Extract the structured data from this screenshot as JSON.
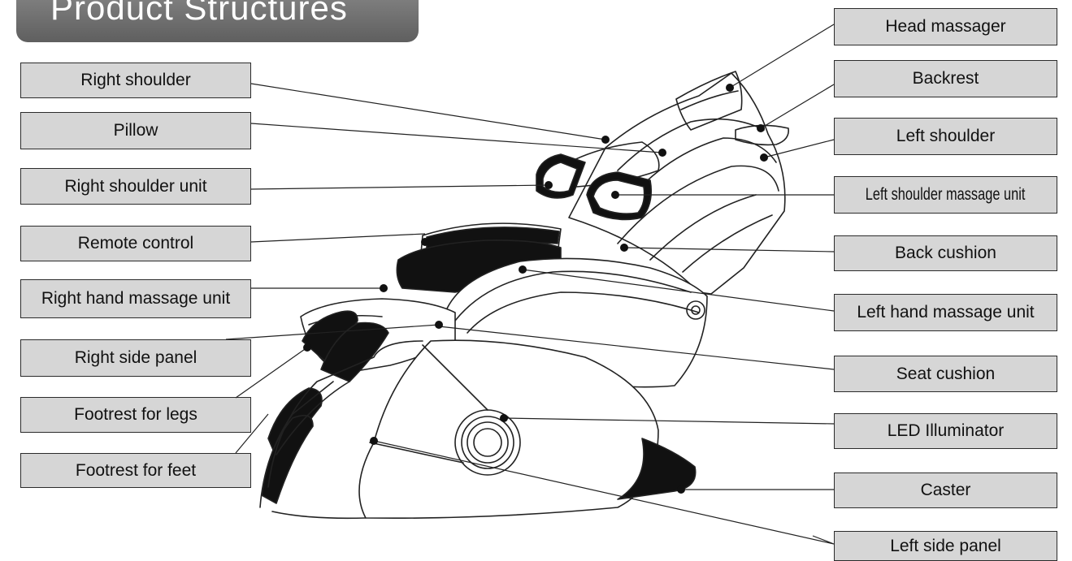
{
  "title": "Product Structures",
  "labels_left": [
    {
      "id": "right-shoulder",
      "text": "Right shoulder"
    },
    {
      "id": "pillow",
      "text": "Pillow"
    },
    {
      "id": "right-shoulder-unit",
      "text": "Right shoulder unit"
    },
    {
      "id": "remote-control",
      "text": "Remote control"
    },
    {
      "id": "right-hand-massage-unit",
      "text": "Right hand massage unit"
    },
    {
      "id": "right-side-panel",
      "text": "Right side panel"
    },
    {
      "id": "footrest-for-legs",
      "text": "Footrest for legs"
    },
    {
      "id": "footrest-for-feet",
      "text": "Footrest for feet"
    }
  ],
  "labels_right": [
    {
      "id": "head-massager",
      "text": "Head massager"
    },
    {
      "id": "backrest",
      "text": "Backrest"
    },
    {
      "id": "left-shoulder",
      "text": "Left shoulder"
    },
    {
      "id": "left-shoulder-massage-unit",
      "text": "Left shoulder massage unit"
    },
    {
      "id": "back-cushion",
      "text": "Back cushion"
    },
    {
      "id": "left-hand-massage-unit",
      "text": "Left hand massage unit"
    },
    {
      "id": "seat-cushion",
      "text": "Seat cushion"
    },
    {
      "id": "led-illuminator",
      "text": "LED Illuminator"
    },
    {
      "id": "caster",
      "text": "Caster"
    },
    {
      "id": "left-side-panel",
      "text": "Left side panel"
    }
  ]
}
